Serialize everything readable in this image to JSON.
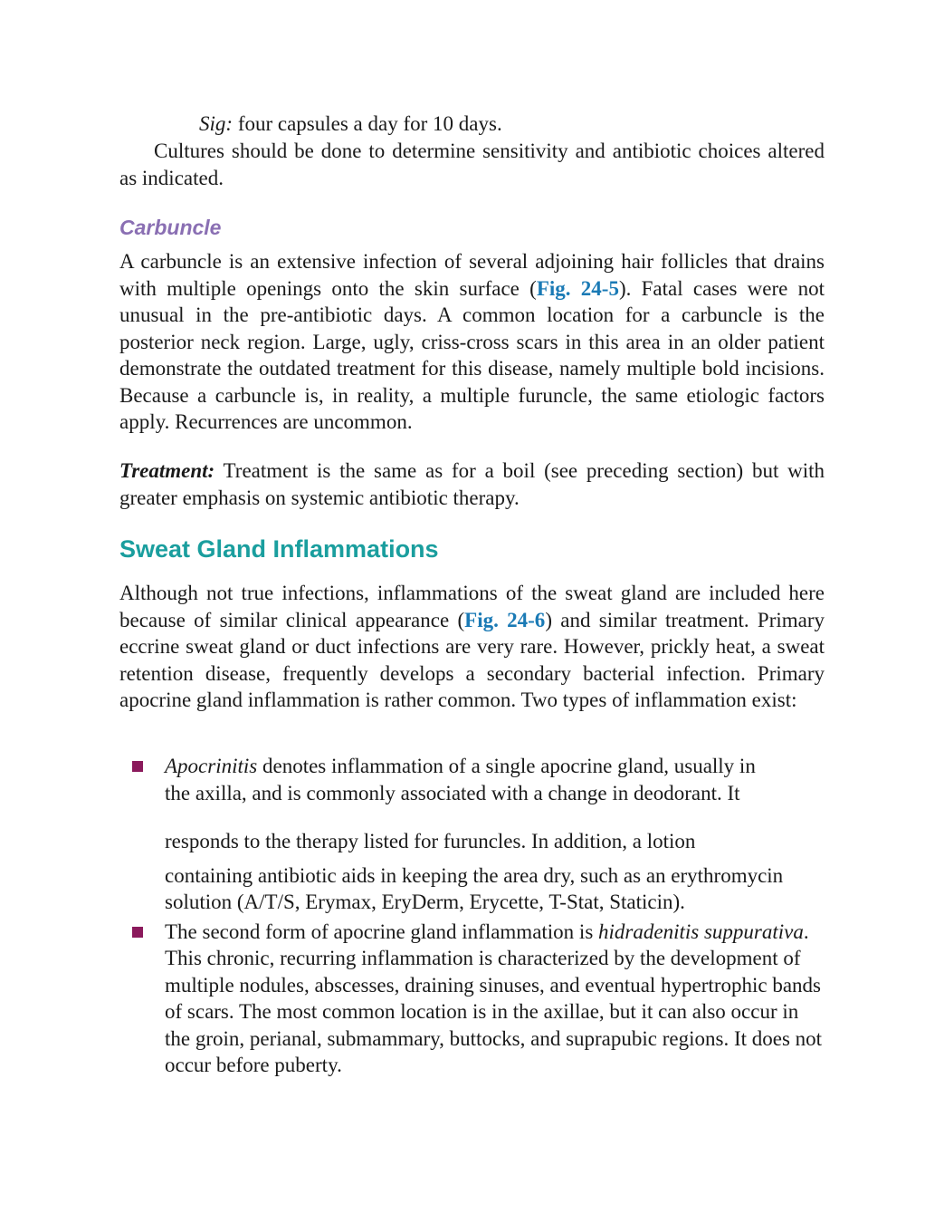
{
  "sig": {
    "label": "Sig:",
    "text": " four capsules a day for 10 days."
  },
  "cultures_paragraph": "Cultures should be done to determine sensitivity and antibiotic choices altered as indicated.",
  "carbuncle": {
    "heading": "Carbuncle",
    "p1_before": "A carbuncle is an extensive infection of several adjoining hair follicles that drains with multiple openings onto the skin surface (",
    "fig_ref": "Fig. 24-5",
    "p1_after": "). Fatal cases were not unusual in the pre-antibiotic days. A common location for a carbuncle is the posterior neck region. Large, ugly, criss-cross scars in this area in an older patient demonstrate the outdated treatment for this disease, namely multiple bold incisions. Because a carbuncle is, in reality, a multiple furuncle, the same etiologic factors apply. Recurrences are uncommon.",
    "treatment_label": "Treatment:",
    "treatment_text": " Treatment is the same as for a boil (see preceding section) but with greater emphasis on systemic antibiotic therapy."
  },
  "sweat": {
    "heading": "Sweat Gland Inflammations",
    "p_before": "Although not true infections, inflammations of the sweat gland are included here because of similar clinical appearance (",
    "fig_ref": "Fig. 24-6",
    "p_after": ") and similar treatment. Primary eccrine sweat gland or duct infections are very rare. However, prickly heat, a sweat retention disease, frequently develops a secondary bacterial infection. Primary apocrine gland inflammation is rather common. Two types of inflammation exist:",
    "bullets": [
      {
        "term": "Apocrinitis",
        "line1": " denotes inflammation of a single apocrine gland, usually in",
        "line2": "the axilla, and is commonly associated with a change in deodorant. It",
        "line3": "responds to the therapy listed for furuncles. In addition, a lotion",
        "rest": "containing antibiotic aids in keeping the area dry, such as an erythromycin solution (A/T/S, Erymax, EryDerm, Erycette, T-Stat, Staticin)."
      },
      {
        "intro": "The second form of apocrine gland inflammation is ",
        "term": "hidradenitis suppurativa",
        "rest": ". This chronic, recurring inflammation is characterized by the development of multiple nodules, abscesses, draining sinuses, and eventual hypertrophic bands of scars. The most common location is in the axillae, but it can also occur in the groin, perianal, submammary, buttocks, and suprapubic regions. It does not occur before puberty."
      }
    ]
  }
}
